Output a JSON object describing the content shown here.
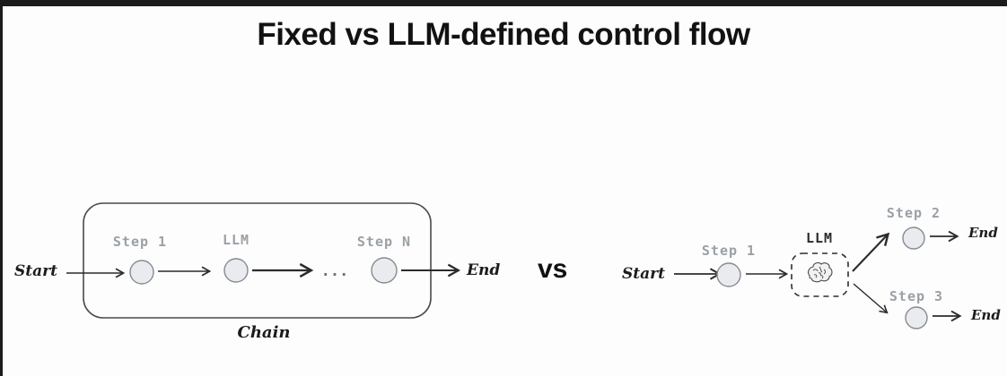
{
  "title": "Fixed vs LLM-defined control flow",
  "vs_label": "vs",
  "fixed_flow": {
    "start": "Start",
    "steps": [
      "Step 1",
      "LLM",
      "Step N"
    ],
    "ellipsis": "...",
    "end": "End",
    "container": "Chain"
  },
  "llm_flow": {
    "start": "Start",
    "step1": "Step 1",
    "llm": "LLM",
    "branch_top": {
      "step": "Step 2",
      "end": "End"
    },
    "branch_bottom": {
      "step": "Step 3",
      "end": "End"
    }
  },
  "colors": {
    "ink": "#1f1f1f",
    "muted_label": "#9aa0a6",
    "node_fill": "#e9ebee",
    "node_stroke": "#868b91",
    "frame": "#1b1b1b",
    "background": "#fdfdfd"
  }
}
